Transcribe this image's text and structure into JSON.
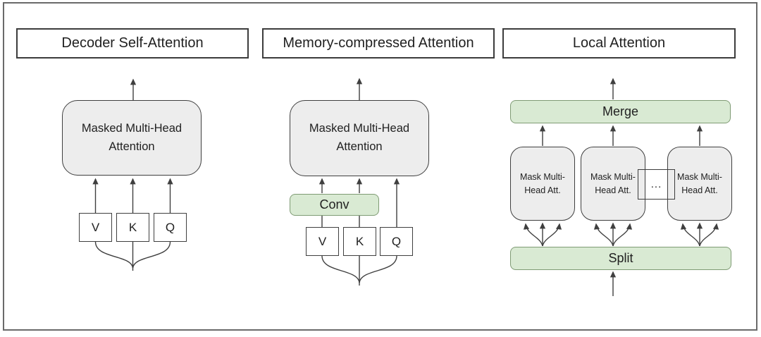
{
  "panels": {
    "decoder": {
      "title": "Decoder Self-Attention",
      "attention_label": "Masked Multi-Head Attention",
      "inputs": [
        "V",
        "K",
        "Q"
      ]
    },
    "memory": {
      "title": "Memory-compressed Attention",
      "attention_label": "Masked Multi-Head Attention",
      "conv_label": "Conv",
      "inputs": [
        "V",
        "K",
        "Q"
      ]
    },
    "local": {
      "title": "Local Attention",
      "merge_label": "Merge",
      "mask_label": "Mask Multi-Head Att.",
      "ellipsis": "...",
      "split_label": "Split"
    }
  },
  "colors": {
    "attention_box_fill": "#ededed",
    "attention_box_border": "#3f3f3f",
    "green_box_fill": "#d9ead3",
    "green_box_border": "#7f9b74",
    "line_color": "#3f3f3f",
    "text_color": "#212121",
    "frame_border": "#6a6a6a",
    "background": "#ffffff"
  }
}
